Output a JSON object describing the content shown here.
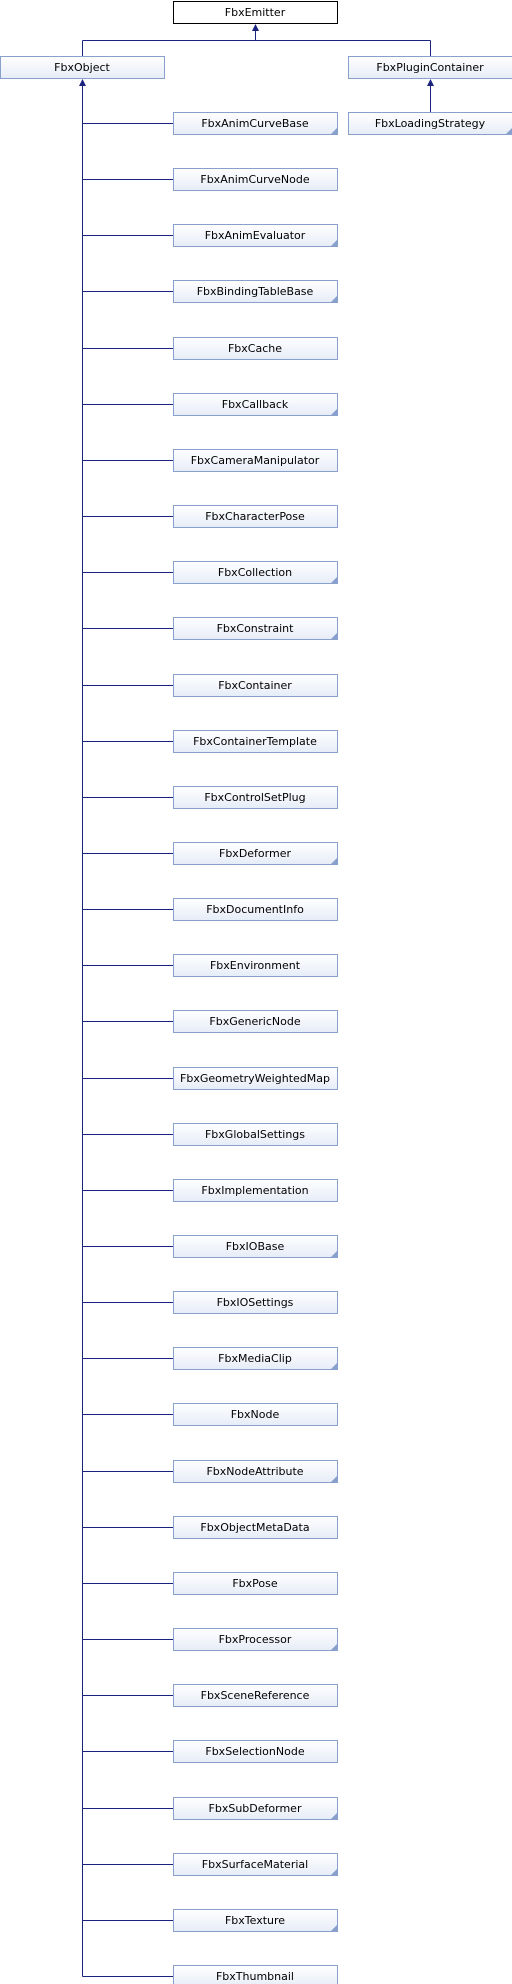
{
  "root": {
    "label": "FbxEmitter"
  },
  "level1": [
    {
      "label": "FbxObject"
    },
    {
      "label": "FbxPluginContainer"
    }
  ],
  "plugin_children": [
    {
      "label": "FbxLoadingStrategy",
      "folded": true
    }
  ],
  "object_children": [
    {
      "label": "FbxAnimCurveBase",
      "folded": true
    },
    {
      "label": "FbxAnimCurveNode",
      "folded": false
    },
    {
      "label": "FbxAnimEvaluator",
      "folded": true
    },
    {
      "label": "FbxBindingTableBase",
      "folded": true
    },
    {
      "label": "FbxCache",
      "folded": false
    },
    {
      "label": "FbxCallback",
      "folded": true
    },
    {
      "label": "FbxCameraManipulator",
      "folded": false
    },
    {
      "label": "FbxCharacterPose",
      "folded": false
    },
    {
      "label": "FbxCollection",
      "folded": true
    },
    {
      "label": "FbxConstraint",
      "folded": true
    },
    {
      "label": "FbxContainer",
      "folded": false
    },
    {
      "label": "FbxContainerTemplate",
      "folded": false
    },
    {
      "label": "FbxControlSetPlug",
      "folded": false
    },
    {
      "label": "FbxDeformer",
      "folded": true
    },
    {
      "label": "FbxDocumentInfo",
      "folded": false
    },
    {
      "label": "FbxEnvironment",
      "folded": false
    },
    {
      "label": "FbxGenericNode",
      "folded": false
    },
    {
      "label": "FbxGeometryWeightedMap",
      "folded": false
    },
    {
      "label": "FbxGlobalSettings",
      "folded": false
    },
    {
      "label": "FbxImplementation",
      "folded": false
    },
    {
      "label": "FbxIOBase",
      "folded": true
    },
    {
      "label": "FbxIOSettings",
      "folded": false
    },
    {
      "label": "FbxMediaClip",
      "folded": true
    },
    {
      "label": "FbxNode",
      "folded": false
    },
    {
      "label": "FbxNodeAttribute",
      "folded": true
    },
    {
      "label": "FbxObjectMetaData",
      "folded": false
    },
    {
      "label": "FbxPose",
      "folded": false
    },
    {
      "label": "FbxProcessor",
      "folded": true
    },
    {
      "label": "FbxSceneReference",
      "folded": false
    },
    {
      "label": "FbxSelectionNode",
      "folded": false
    },
    {
      "label": "FbxSubDeformer",
      "folded": true
    },
    {
      "label": "FbxSurfaceMaterial",
      "folded": true
    },
    {
      "label": "FbxTexture",
      "folded": true
    },
    {
      "label": "FbxThumbnail",
      "folded": false
    }
  ],
  "colors": {
    "edge": "#1a237e",
    "box_border": "#8aa0cc",
    "box_fill_top": "#ffffff",
    "box_fill_bottom": "#e6ecf7",
    "root_border": "#000000",
    "fold_marker": "#8aa0cc"
  }
}
